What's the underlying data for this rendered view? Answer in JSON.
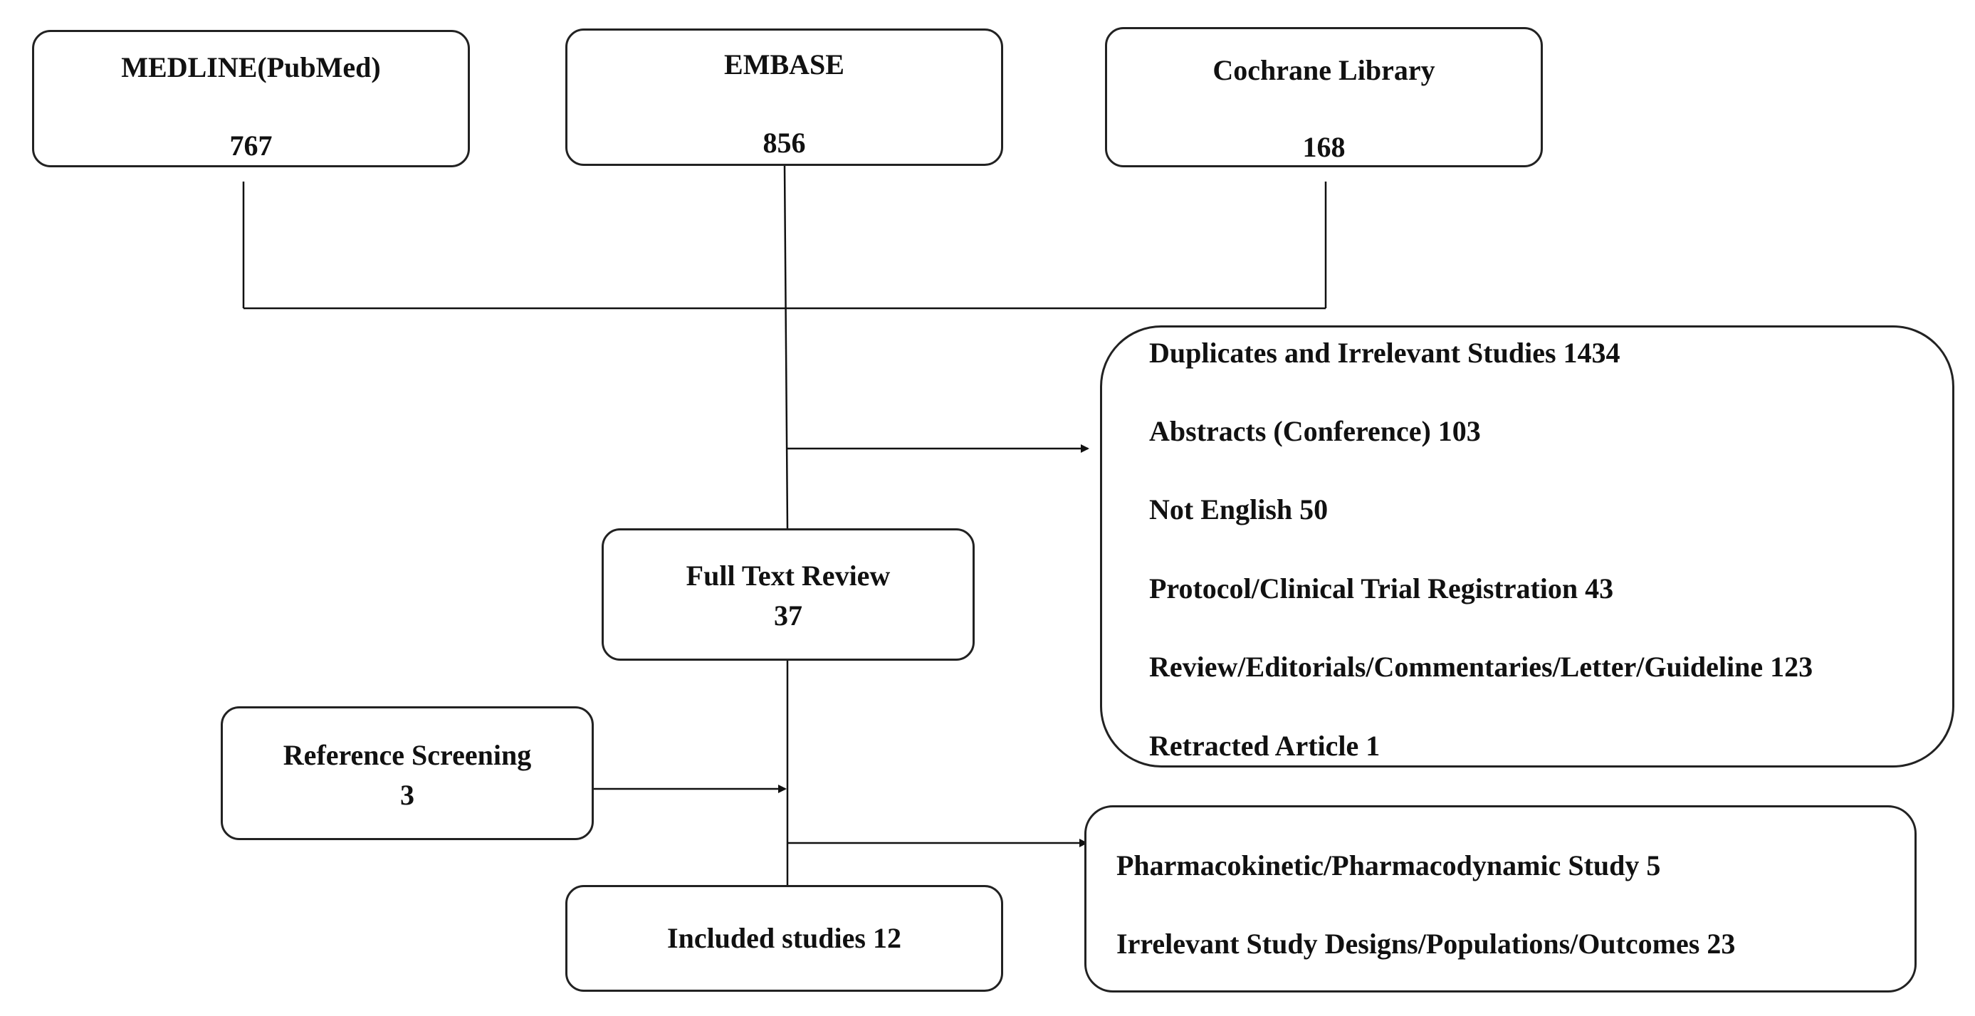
{
  "sources": [
    {
      "name": "MEDLINE(PubMed)",
      "count": "767"
    },
    {
      "name": "EMBASE",
      "count": "856"
    },
    {
      "name": "Cochrane Library",
      "count": "168"
    }
  ],
  "exclusions_1": [
    "Duplicates and Irrelevant Studies  1434",
    "Abstracts (Conference) 103",
    "Not English  50",
    "Protocol/Clinical Trial Registration  43",
    "Review/Editorials/Commentaries/Letter/Guideline  123",
    "Retracted Article   1"
  ],
  "full_text": {
    "label": "Full Text Review",
    "count": "37"
  },
  "reference": {
    "label": "Reference Screening",
    "count": "3"
  },
  "exclusions_2": [
    "Pharmacokinetic/Pharmacodynamic Study   5",
    "Irrelevant Study Designs/Populations/Outcomes 23"
  ],
  "included": {
    "label": "Included studies 12"
  }
}
